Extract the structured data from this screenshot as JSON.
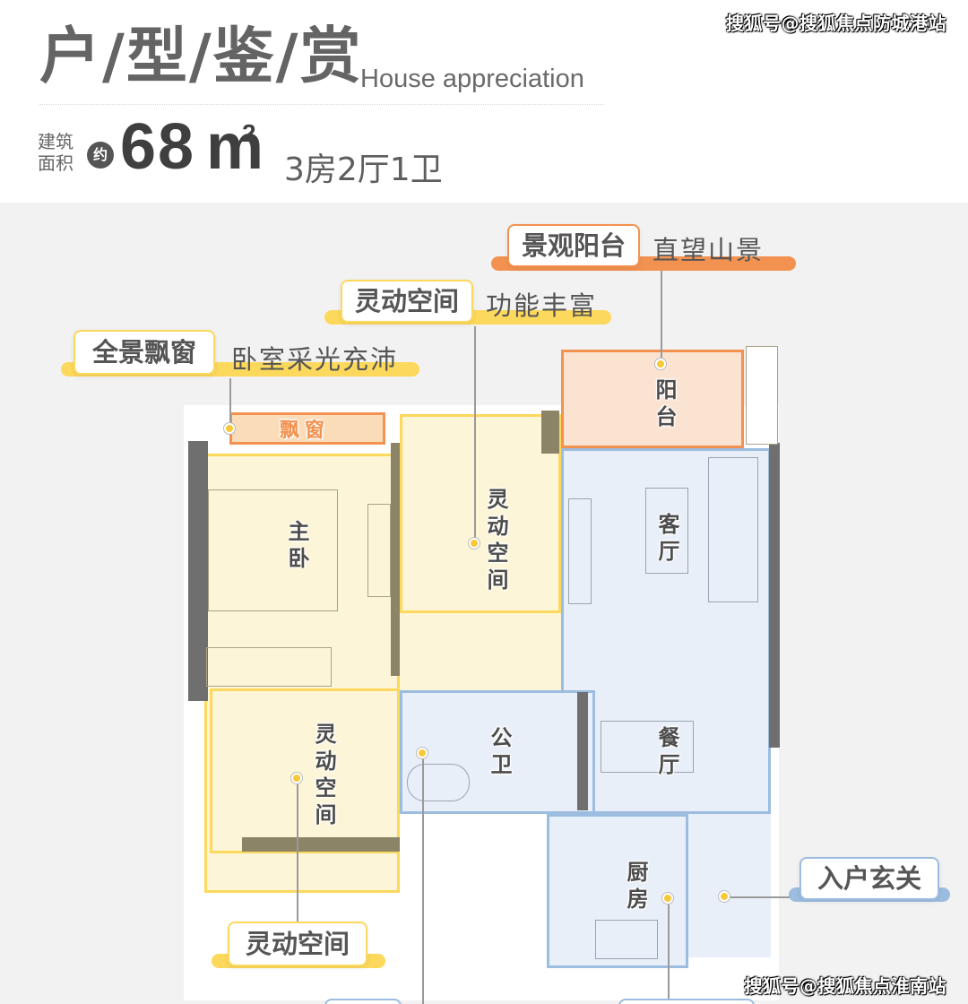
{
  "header": {
    "title_cn": "户/型/鉴/赏",
    "title_en": "House appreciation",
    "area_label_line1": "建筑",
    "area_label_line2": "面积",
    "approx_badge": "约",
    "area_value": "68",
    "area_unit": "m",
    "area_unit_sup": "2",
    "layout": "3房2厅1卫"
  },
  "watermarks": {
    "top": "搜狐号@搜狐焦点防城港站",
    "bottom": "搜狐号@搜狐焦点淮南站"
  },
  "callouts": [
    {
      "key": "balcony",
      "title": "景观阳台",
      "desc": "直望山景",
      "color": "#f39250"
    },
    {
      "key": "flex_top",
      "title": "灵动空间",
      "desc": "功能丰富",
      "color": "#fcd85c"
    },
    {
      "key": "bay_window",
      "title": "全景飘窗",
      "desc": "卧室采光充沛",
      "color": "#fcd85c"
    },
    {
      "key": "entrance",
      "title": "入户玄关",
      "desc": "",
      "color": "#9cbde0"
    },
    {
      "key": "flex_bottom",
      "title": "灵动空间",
      "desc": "",
      "color": "#fcd85c"
    }
  ],
  "rooms": {
    "bay_window": "飘窗",
    "master_bedroom": "主卧",
    "flex_space_upper": "灵动空间",
    "flex_space_lower": "灵动空间",
    "balcony": "阳台",
    "living_room": "客厅",
    "dining_room": "餐厅",
    "bathroom": "公卫",
    "kitchen": "厨房"
  },
  "colors": {
    "orange_zone": "#f39250",
    "yellow_zone": "#fcd85c",
    "blue_zone": "#9cbde0",
    "yellow_fill": "#fdf5d8",
    "blue_fill": "#e9eff8",
    "orange_fill": "#fbe3d2"
  }
}
